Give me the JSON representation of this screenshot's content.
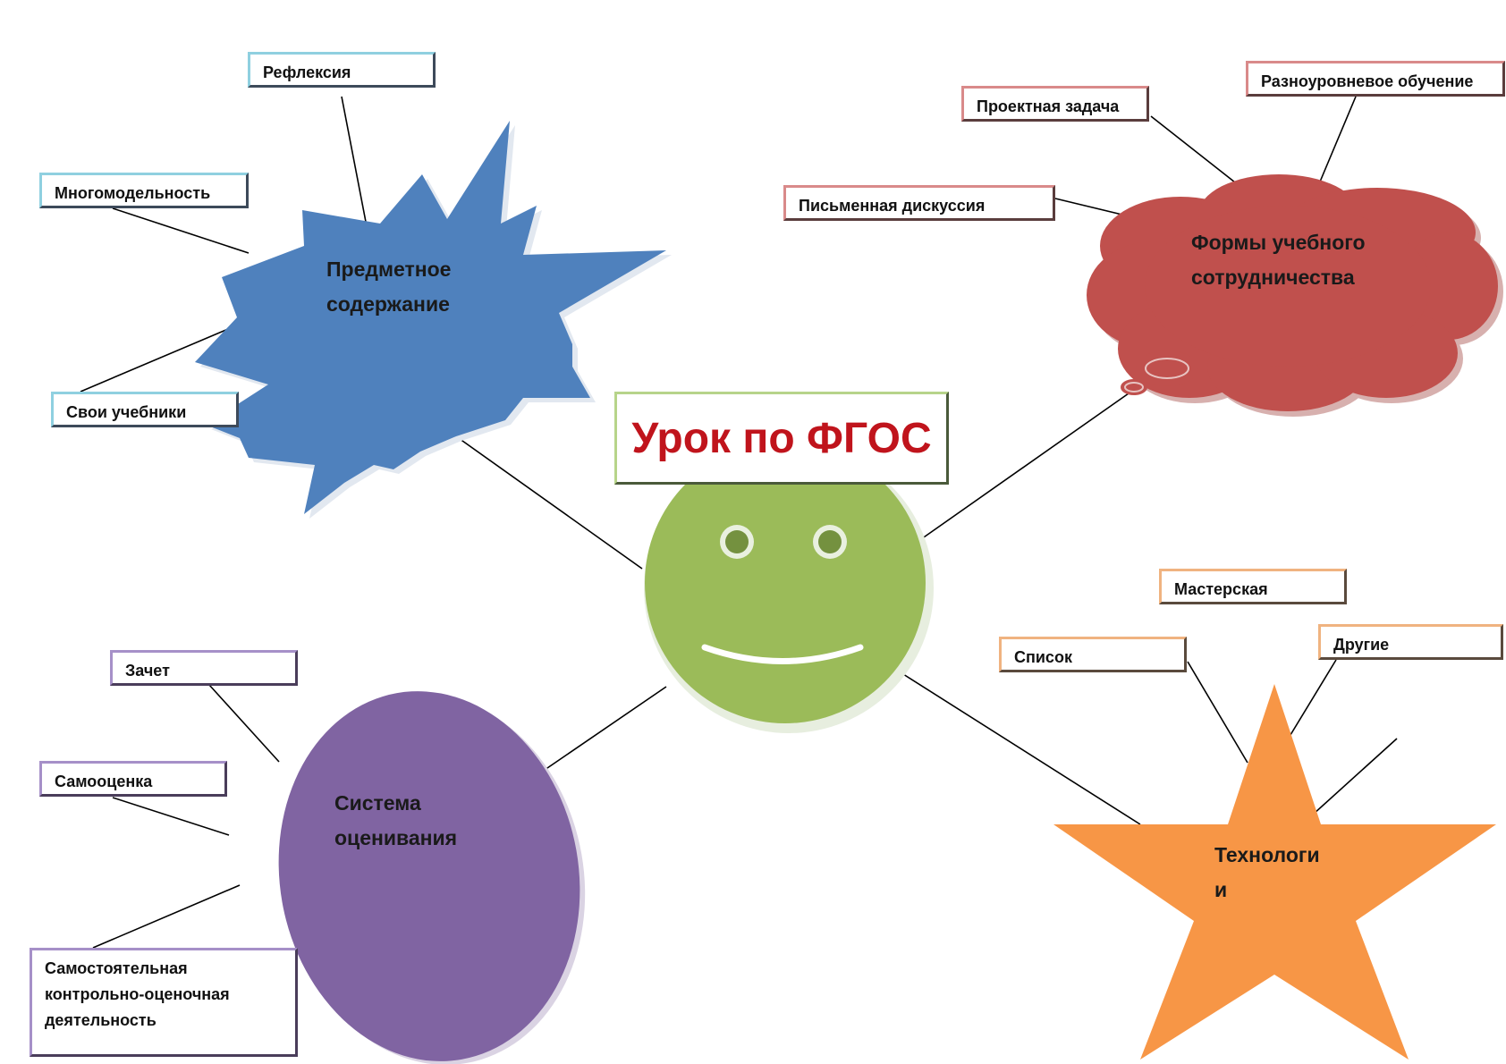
{
  "title": "Урок по ФГОС",
  "colors": {
    "title_text": "#c0141c",
    "smiley": "#9bbb59",
    "burst": "#4f81bd",
    "cloud": "#c0504d",
    "ellipse": "#8064a2",
    "star": "#f79646"
  },
  "nodes": {
    "subject": {
      "label_line1": "Предметное",
      "label_line2": "содержание",
      "shape": "burst",
      "leaves": [
        "Рефлексия",
        "Многомодельность",
        "Свои учебники"
      ]
    },
    "cooperation": {
      "label_line1": "Формы учебного",
      "label_line2": "сотрудничества",
      "shape": "cloud",
      "leaves": [
        "Проектная задача",
        "Разноуровневое обучение",
        "Письменная дискуссия"
      ]
    },
    "assessment": {
      "label_line1": "Система",
      "label_line2": "оценивания",
      "shape": "ellipse",
      "leaves": [
        "Зачет",
        "Самооценка",
        "Самостоятельная",
        "контрольно-оценочная",
        "деятельность"
      ]
    },
    "technologies": {
      "label_line1": "Технологи",
      "label_line2": "и",
      "shape": "star",
      "leaves": [
        "Мастерская",
        "Список",
        "Другие"
      ]
    }
  }
}
